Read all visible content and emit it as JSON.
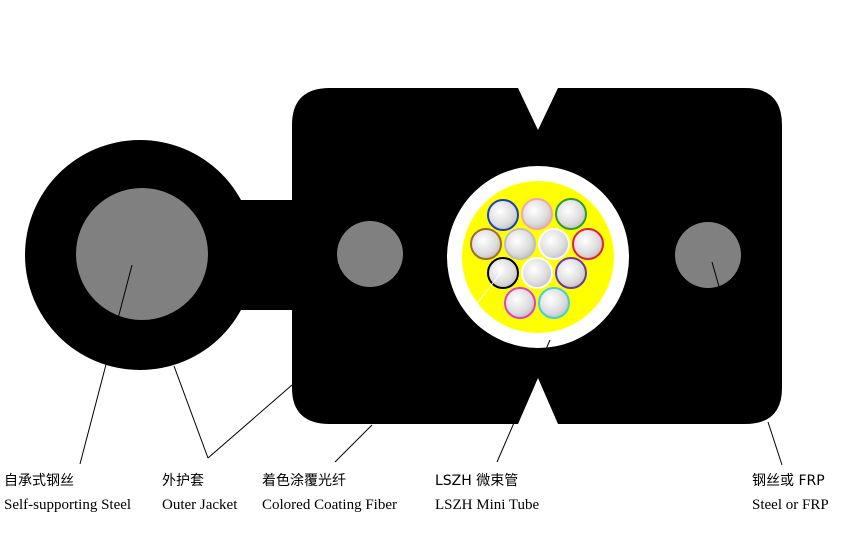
{
  "colors": {
    "jacket": "#000000",
    "member": "#808080",
    "tube_outer": "#ffffff",
    "gel": "#ffff00",
    "fiber": "#e8e8e8",
    "leader": "#000000"
  },
  "labels": [
    {
      "id": "steel",
      "zh": "自承式钢丝",
      "en": "Self-supporting Steel"
    },
    {
      "id": "jacket",
      "zh": "外护套",
      "en": "Outer Jacket"
    },
    {
      "id": "fiber",
      "zh": "着色涂覆光纤",
      "en": "Colored Coating Fiber"
    },
    {
      "id": "tube",
      "zh": "LSZH 微束管",
      "en": "LSZH Mini Tube"
    },
    {
      "id": "frp",
      "zh": "钢丝或 FRP",
      "en": "Steel or FRP"
    }
  ],
  "fibers": [
    {
      "color": "#1f3fbf"
    },
    {
      "color": "#f4a6a6"
    },
    {
      "color": "#2e9b3a"
    },
    {
      "color": "#a06a3a"
    },
    {
      "color": "#bfbfbf"
    },
    {
      "color": "#ffffff"
    },
    {
      "color": "#e0204a"
    },
    {
      "color": "#000000"
    },
    {
      "color": "#ffffff"
    },
    {
      "color": "#6a3aa0"
    },
    {
      "color": "#e040c0"
    },
    {
      "color": "#40d0e0"
    }
  ]
}
